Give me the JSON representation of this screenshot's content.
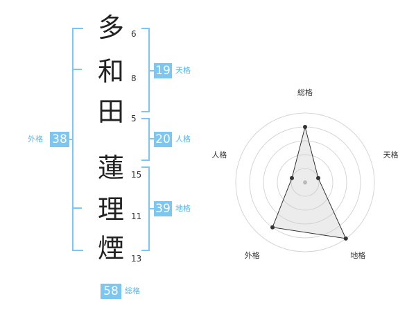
{
  "name": {
    "chars": [
      {
        "char": "多",
        "strokes": "6"
      },
      {
        "char": "和",
        "strokes": "8"
      },
      {
        "char": "田",
        "strokes": "5"
      },
      {
        "char": "蓮",
        "strokes": "15"
      },
      {
        "char": "理",
        "strokes": "11"
      },
      {
        "char": "煙",
        "strokes": "13"
      }
    ]
  },
  "fortunes": {
    "tenkaku": {
      "value": "19",
      "label": "天格"
    },
    "jinkaku": {
      "value": "20",
      "label": "人格"
    },
    "chikaku": {
      "value": "39",
      "label": "地格"
    },
    "gaikaku": {
      "value": "38",
      "label": "外格"
    },
    "soukaku": {
      "value": "58",
      "label": "総格"
    }
  },
  "colors": {
    "accent": "#7cc6f2",
    "accent_text": "#55b8ee"
  },
  "chart_data": {
    "type": "radar",
    "axes": [
      "総格",
      "天格",
      "地格",
      "外格",
      "人格"
    ],
    "values": [
      4,
      1,
      5,
      4,
      1
    ],
    "rmax": 5,
    "rings": 5
  }
}
